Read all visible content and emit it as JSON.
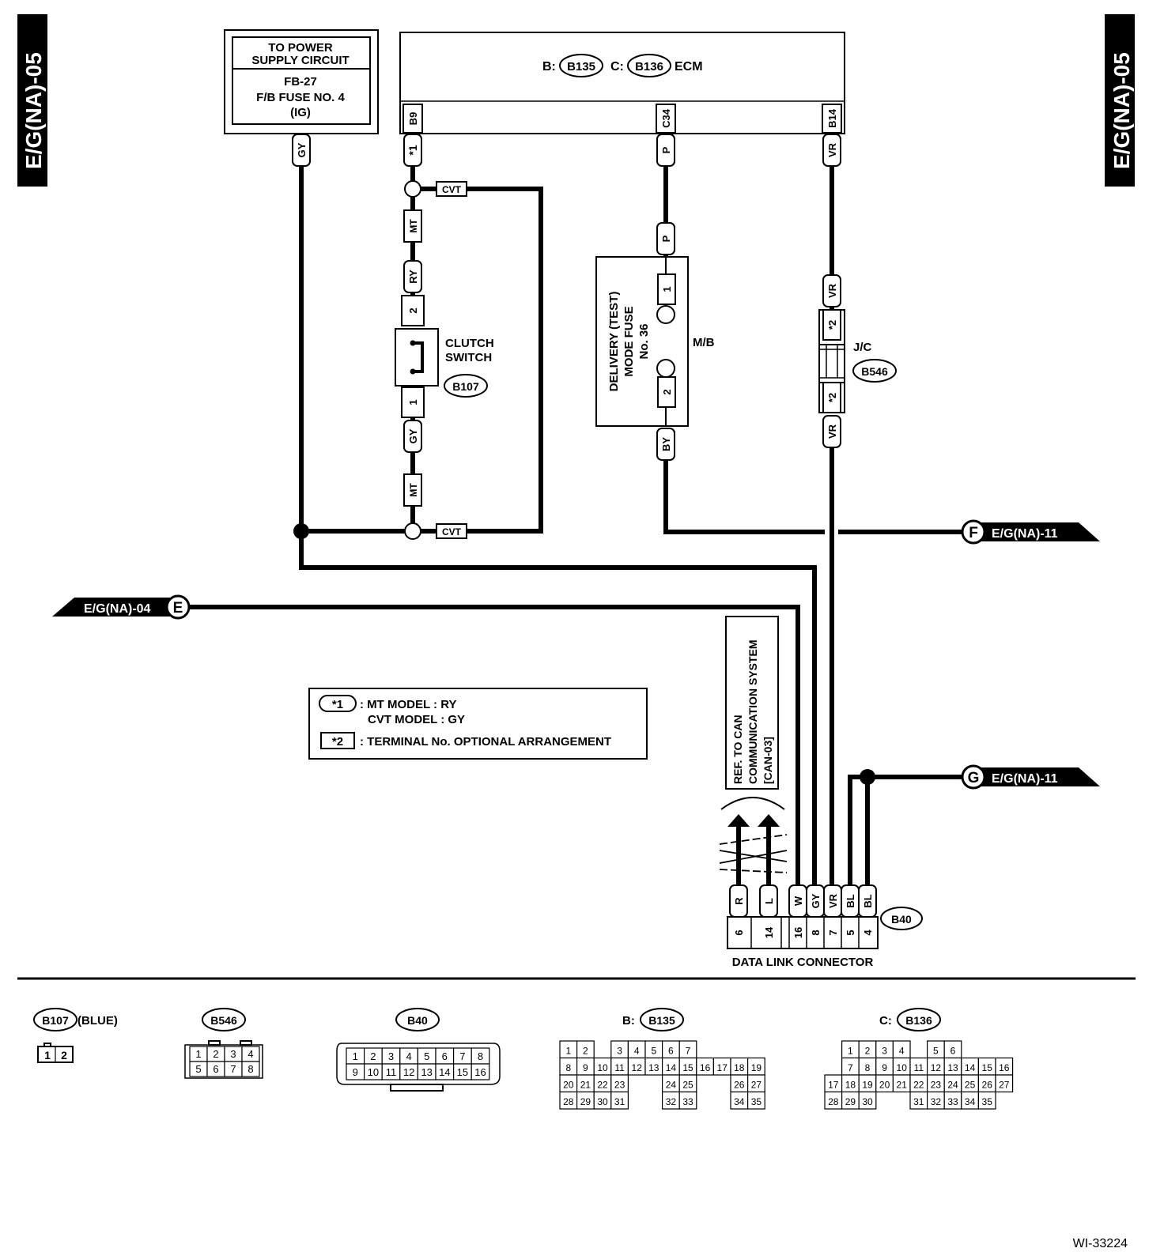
{
  "page": {
    "section_tag_left": "E/G(NA)-05",
    "section_tag_right": "E/G(NA)-05",
    "figure_id": "WI-33224"
  },
  "power_box": {
    "line1": "TO POWER",
    "line2": "SUPPLY CIRCUIT",
    "line3": "FB-27",
    "line4": "F/B FUSE NO. 4",
    "line5": "(IG)",
    "wire_color": "GY"
  },
  "ecm": {
    "prefix_b": "B:",
    "conn_b": "B135",
    "prefix_c": "C:",
    "conn_c": "B136",
    "name": "ECM",
    "terminals": [
      "B9",
      "C34",
      "B14"
    ]
  },
  "wires": {
    "b9": "*1",
    "c34": "P",
    "b14": "VR",
    "cvt_top": "CVT",
    "cvt_bottom": "CVT",
    "mt_top": "MT",
    "mt_bottom": "MT",
    "ry": "RY",
    "gy_lower": "GY",
    "p_mid": "P",
    "by": "BY",
    "vr_jc_top": "VR",
    "vr_jc_bottom": "VR"
  },
  "clutch_switch": {
    "line1": "CLUTCH",
    "line2": "SWITCH",
    "connector": "B107",
    "pin_top": "2",
    "pin_bottom": "1"
  },
  "delivery_fuse": {
    "line1": "DELIVERY (TEST)",
    "line2": "MODE FUSE",
    "line3": "No. 36",
    "block": "M/B",
    "pin1": "1",
    "pin2": "2"
  },
  "jc": {
    "label": "J/C",
    "connector": "B546",
    "mark_top": "*2",
    "mark_bottom": "*2"
  },
  "refs": {
    "f_letter": "F",
    "f_text": "E/G(NA)-11",
    "e_letter": "E",
    "e_text": "E/G(NA)-04",
    "g_letter": "G",
    "g_text": "E/G(NA)-11"
  },
  "can_ref": {
    "line1": "REF. TO CAN",
    "line2": "COMMUNICATION SYSTEM",
    "line3": "[CAN-03]"
  },
  "legend": {
    "mark1": "*1",
    "text1a": ": MT MODEL   : RY",
    "text1b": "CVT MODEL : GY",
    "mark2": "*2",
    "text2": ": TERMINAL No. OPTIONAL ARRANGEMENT"
  },
  "dlc": {
    "title": "DATA LINK CONNECTOR",
    "connector": "B40",
    "wire_colors": [
      "R",
      "L",
      "W",
      "GY",
      "VR",
      "BL",
      "BL"
    ],
    "pins": [
      "6",
      "14",
      "16",
      "8",
      "7",
      "5",
      "4"
    ]
  },
  "connector_views": {
    "b107_id": "B107",
    "b107_note": "(BLUE)",
    "b107_pins": [
      "1",
      "2"
    ],
    "b546_id": "B546",
    "b546_rows": [
      [
        "1",
        "2",
        "3",
        "4"
      ],
      [
        "5",
        "6",
        "7",
        "8"
      ]
    ],
    "b40_id": "B40",
    "b40_rows": [
      [
        "1",
        "2",
        "3",
        "4",
        "5",
        "6",
        "7",
        "8"
      ],
      [
        "9",
        "10",
        "11",
        "12",
        "13",
        "14",
        "15",
        "16"
      ]
    ],
    "b135_prefix": "B:",
    "b135_id": "B135",
    "b135_rows": [
      [
        "1",
        "2",
        "",
        "3",
        "4",
        "5",
        "6",
        "7"
      ],
      [
        "8",
        "9",
        "10",
        "11",
        "12",
        "13",
        "14",
        "15",
        "16",
        "17",
        "18",
        "19"
      ],
      [
        "20",
        "21",
        "22",
        "23",
        "",
        "",
        "24",
        "25",
        "",
        "",
        "26",
        "27"
      ],
      [
        "28",
        "29",
        "30",
        "31",
        "",
        "",
        "32",
        "33",
        "",
        "",
        "34",
        "35"
      ]
    ],
    "b136_prefix": "C:",
    "b136_id": "B136",
    "b136_rows": [
      [
        "",
        "1",
        "2",
        "3",
        "4",
        "",
        "5",
        "6"
      ],
      [
        "",
        "7",
        "8",
        "9",
        "10",
        "11",
        "12",
        "13",
        "14",
        "15",
        "16"
      ],
      [
        "17",
        "18",
        "19",
        "20",
        "21",
        "22",
        "23",
        "24",
        "25",
        "26",
        "27"
      ],
      [
        "28",
        "29",
        "30",
        "",
        "",
        "31",
        "32",
        "33",
        "34",
        "35"
      ]
    ]
  }
}
